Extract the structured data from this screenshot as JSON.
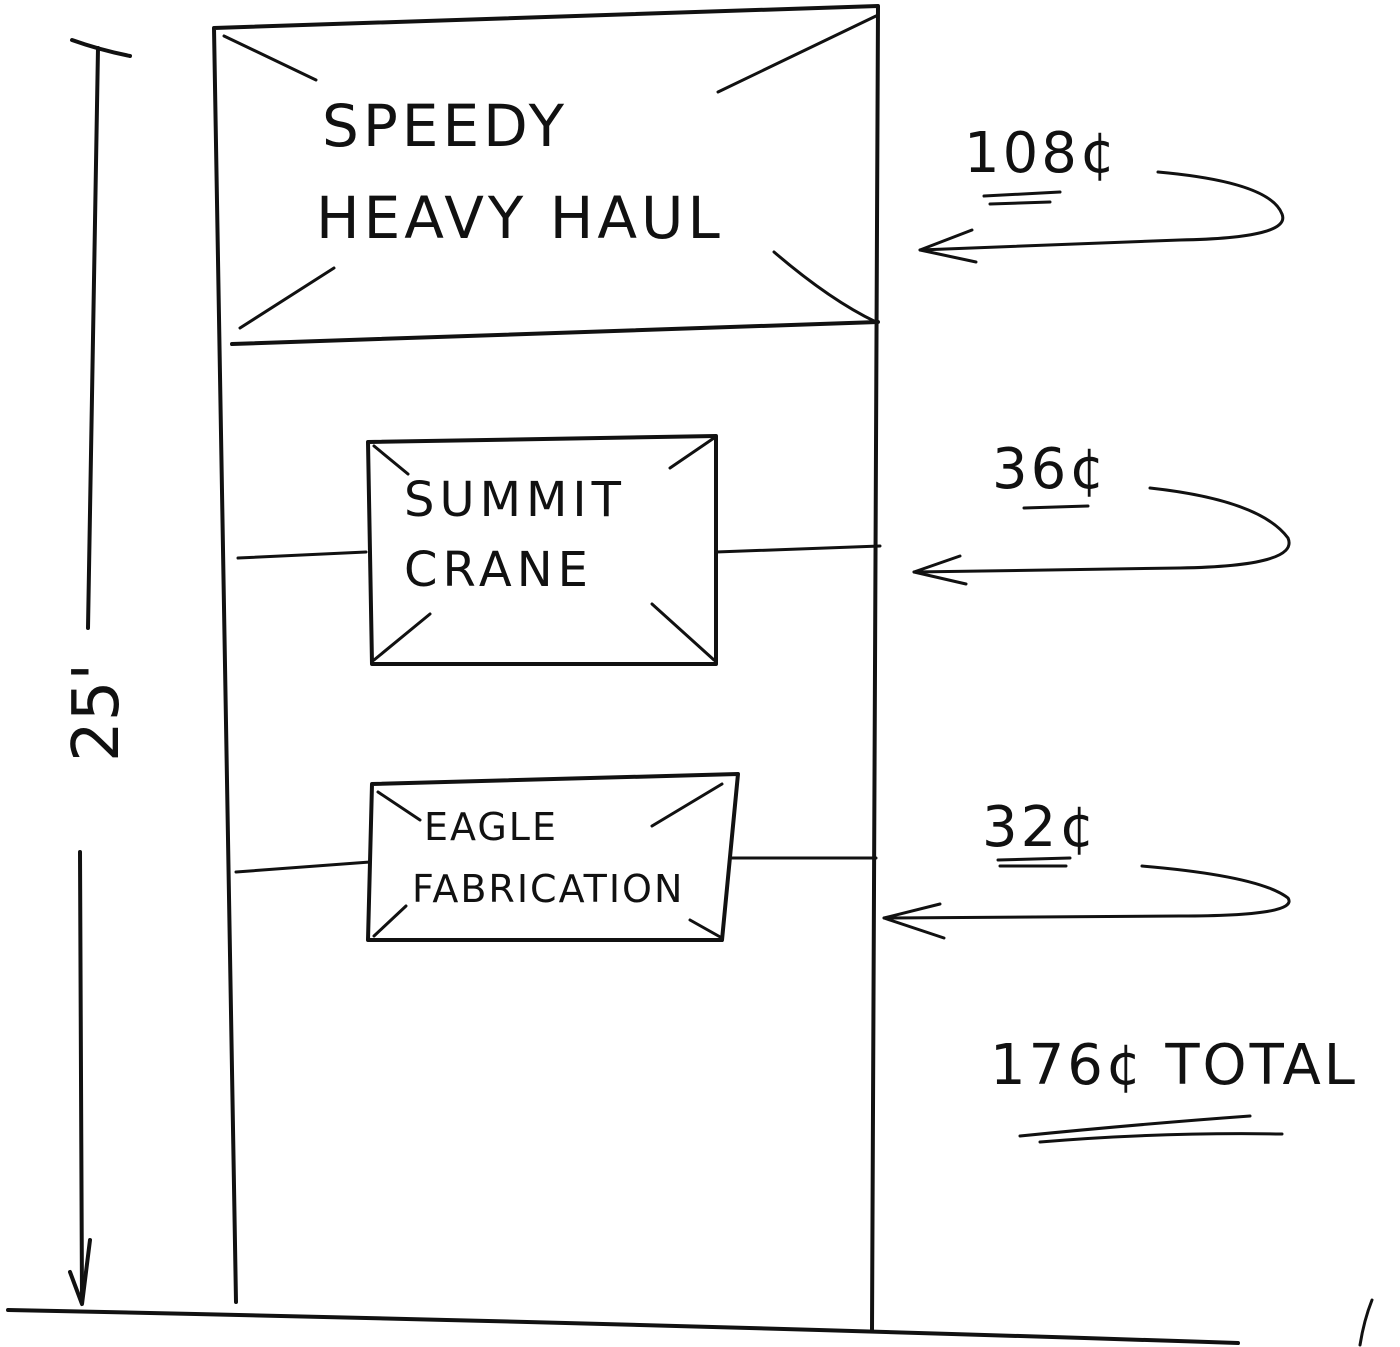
{
  "dimension": {
    "label": "25'"
  },
  "components": [
    {
      "name_line1": "SPEEDY",
      "name_line2": "HEAVY HAUL",
      "amount": "108¢"
    },
    {
      "name_line1": "SUMMIT",
      "name_line2": "CRANE",
      "amount": "36¢"
    },
    {
      "name_line1": "EAGLE",
      "name_line2": "FABRICATION",
      "amount": "32¢"
    }
  ],
  "total": {
    "label": "176¢ TOTAL"
  }
}
